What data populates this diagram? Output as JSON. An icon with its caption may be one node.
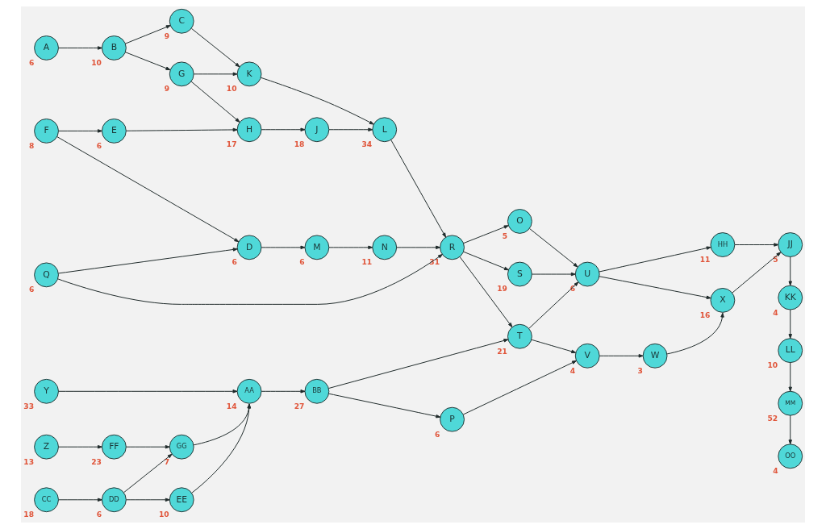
{
  "diagram": {
    "nodes": [
      {
        "text": [
          "A"
        ],
        "beside": [
          "6"
        ]
      },
      {
        "text": [
          "B"
        ],
        "beside": [
          "10"
        ]
      },
      {
        "text": [
          "C"
        ],
        "beside": [
          "9"
        ]
      },
      {
        "text": [
          "G"
        ],
        "beside": [
          "9"
        ]
      },
      {
        "text": [
          "K"
        ],
        "beside": [
          "10"
        ]
      },
      {
        "text": [
          "L"
        ],
        "beside": [
          "34"
        ]
      },
      {
        "text": [
          "F"
        ],
        "beside": [
          "8"
        ]
      },
      {
        "text": [
          "E"
        ],
        "beside": [
          "6"
        ]
      },
      {
        "text": [
          "H"
        ],
        "beside": [
          "17"
        ]
      },
      {
        "text": [
          "J"
        ],
        "beside": [
          "18"
        ]
      },
      {
        "text": [
          "D"
        ],
        "beside": [
          "6"
        ]
      },
      {
        "text": [
          "M"
        ],
        "beside": [
          "6"
        ]
      },
      {
        "text": [
          "N"
        ],
        "beside": [
          "11"
        ]
      },
      {
        "text": [
          "Q"
        ],
        "beside": [
          "6"
        ]
      },
      {
        "text": [
          "R"
        ],
        "beside": [
          "31"
        ]
      },
      {
        "text": [
          "O"
        ],
        "beside": [
          "5"
        ]
      },
      {
        "text": [
          "S"
        ],
        "beside": [
          "19"
        ]
      },
      {
        "text": [
          "T"
        ],
        "beside": [
          "21"
        ]
      },
      {
        "text": [
          "P"
        ],
        "beside": [
          "6"
        ]
      },
      {
        "text": [
          "U"
        ],
        "beside": [
          "6"
        ]
      },
      {
        "text": [
          "V"
        ],
        "beside": [
          "4"
        ]
      },
      {
        "text": [
          "W"
        ],
        "beside": [
          "3"
        ]
      },
      {
        "text": [
          "X"
        ],
        "beside": [
          "16"
        ]
      },
      {
        "text": [
          "HH"
        ],
        "beside": [
          "11"
        ]
      },
      {
        "text": [
          "JJ"
        ],
        "beside": [
          "5"
        ]
      },
      {
        "text": [
          "KK"
        ],
        "beside": [
          "4"
        ]
      },
      {
        "text": [
          "LL"
        ],
        "beside": [
          "10"
        ]
      },
      {
        "text": [
          "MM"
        ],
        "beside": [
          "52"
        ]
      },
      {
        "text": [
          "OO"
        ],
        "beside": [
          "4"
        ]
      },
      {
        "text": [
          "Y"
        ],
        "beside": [
          "33"
        ]
      },
      {
        "text": [
          "AA"
        ],
        "beside": [
          "14"
        ]
      },
      {
        "text": [
          "BB"
        ],
        "beside": [
          "27"
        ]
      },
      {
        "text": [
          "Z"
        ],
        "beside": [
          "13"
        ]
      },
      {
        "text": [
          "FF"
        ],
        "beside": [
          "23"
        ]
      },
      {
        "text": [
          "GG"
        ],
        "beside": [
          "7"
        ]
      },
      {
        "text": [
          "CC"
        ],
        "beside": [
          "18"
        ]
      },
      {
        "text": [
          "DD"
        ],
        "beside": [
          "6"
        ]
      },
      {
        "text": [
          "EE"
        ],
        "beside": [
          "10"
        ]
      }
    ],
    "edges": [
      {
        "from": 0,
        "to": 1,
        "arrow": "to"
      },
      {
        "from": 1,
        "to": 2,
        "arrow": "to"
      },
      {
        "from": 1,
        "to": 3,
        "arrow": "to"
      },
      {
        "from": 2,
        "to": 4,
        "arrow": "to"
      },
      {
        "from": 3,
        "to": 4,
        "arrow": "to"
      },
      {
        "from": 3,
        "to": 8,
        "arrow": "to"
      },
      {
        "from": 4,
        "to": 5,
        "arrow": "to"
      },
      {
        "from": 6,
        "to": 7,
        "arrow": "to"
      },
      {
        "from": 6,
        "to": 10,
        "arrow": "to"
      },
      {
        "from": 7,
        "to": 8,
        "arrow": "to"
      },
      {
        "from": 8,
        "to": 9,
        "arrow": "to"
      },
      {
        "from": 9,
        "to": 5,
        "arrow": "to"
      },
      {
        "from": 5,
        "to": 14,
        "arrow": "to"
      },
      {
        "from": 13,
        "to": 10,
        "arrow": "to"
      },
      {
        "from": 10,
        "to": 11,
        "arrow": "to"
      },
      {
        "from": 11,
        "to": 12,
        "arrow": "to"
      },
      {
        "from": 12,
        "to": 14,
        "arrow": "to"
      },
      {
        "from": 13,
        "to": 14,
        "arrow": "to"
      },
      {
        "from": 14,
        "to": 15,
        "arrow": "to"
      },
      {
        "from": 14,
        "to": 16,
        "arrow": "to"
      },
      {
        "from": 14,
        "to": 17,
        "arrow": "to"
      },
      {
        "from": 15,
        "to": 19,
        "arrow": "to"
      },
      {
        "from": 16,
        "to": 19,
        "arrow": "to"
      },
      {
        "from": 17,
        "to": 19,
        "arrow": "to"
      },
      {
        "from": 17,
        "to": 20,
        "arrow": "to"
      },
      {
        "from": 31,
        "to": 17,
        "arrow": "to"
      },
      {
        "from": 31,
        "to": 18,
        "arrow": "to"
      },
      {
        "from": 18,
        "to": 20,
        "arrow": "to"
      },
      {
        "from": 20,
        "to": 21,
        "arrow": "to"
      },
      {
        "from": 21,
        "to": 22,
        "arrow": "to"
      },
      {
        "from": 19,
        "to": 22,
        "arrow": "to"
      },
      {
        "from": 19,
        "to": 23,
        "arrow": "to"
      },
      {
        "from": 23,
        "to": 24,
        "arrow": "to"
      },
      {
        "from": 22,
        "to": 24,
        "arrow": "to"
      },
      {
        "from": 24,
        "to": 25,
        "arrow": "to"
      },
      {
        "from": 25,
        "to": 26,
        "arrow": "to"
      },
      {
        "from": 26,
        "to": 27,
        "arrow": "to"
      },
      {
        "from": 27,
        "to": 28,
        "arrow": "to"
      },
      {
        "from": 29,
        "to": 30,
        "arrow": "to"
      },
      {
        "from": 30,
        "to": 31,
        "arrow": "to"
      },
      {
        "from": 32,
        "to": 33,
        "arrow": "to"
      },
      {
        "from": 33,
        "to": 34,
        "arrow": "to"
      },
      {
        "from": 34,
        "to": 30,
        "arrow": "to"
      },
      {
        "from": 35,
        "to": 36,
        "arrow": "to"
      },
      {
        "from": 36,
        "to": 34,
        "arrow": "to"
      },
      {
        "from": 36,
        "to": 37,
        "arrow": "to"
      },
      {
        "from": 37,
        "to": 30,
        "arrow": "to"
      }
    ]
  }
}
